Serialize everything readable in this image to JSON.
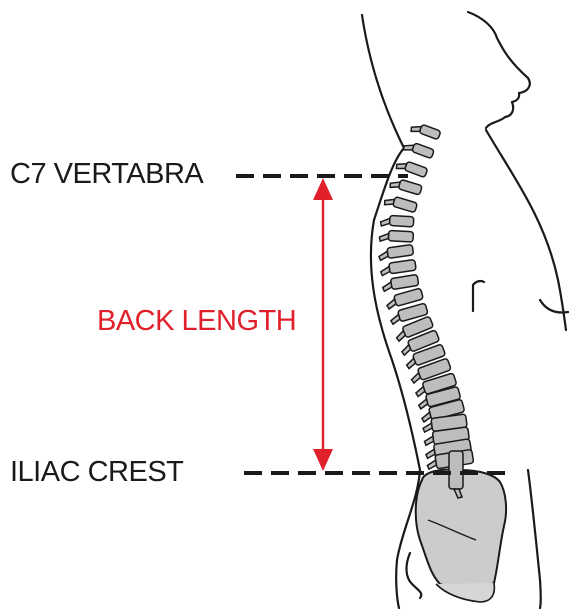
{
  "labels": {
    "c7": "C7 VERTABRA",
    "back_length": "BACK LENGTH",
    "iliac": "ILIAC CREST"
  },
  "colors": {
    "ink": "#1a1a1a",
    "accent": "#e0212c",
    "bone": "#bdbdbd",
    "pelvis": "#cccccc"
  },
  "icons": {
    "body": "human-profile-outline",
    "spine": "spine-vertebrae",
    "pelvis": "pelvis-bone",
    "measure": "double-headed-arrow"
  }
}
